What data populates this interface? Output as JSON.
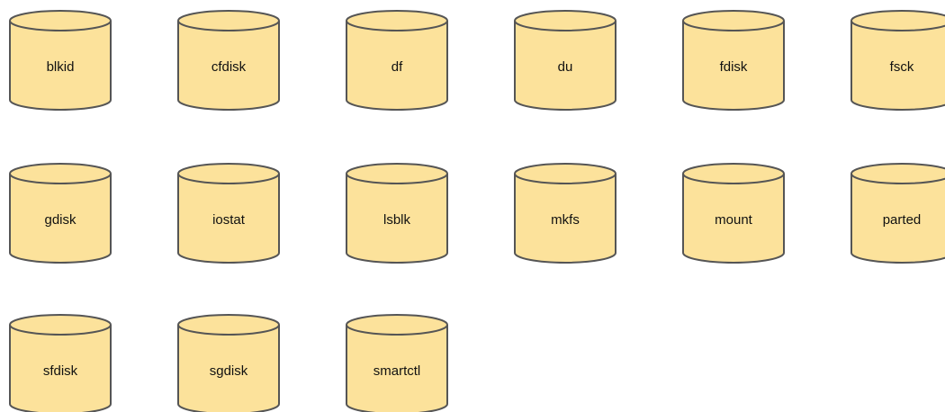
{
  "diagram": {
    "fill_color": "#FCE29B",
    "stroke_color": "#555555",
    "text_color": "#111111",
    "nodes": [
      {
        "label": "blkid"
      },
      {
        "label": "cfdisk"
      },
      {
        "label": "df"
      },
      {
        "label": "du"
      },
      {
        "label": "fdisk"
      },
      {
        "label": "fsck"
      },
      {
        "label": "gdisk"
      },
      {
        "label": "iostat"
      },
      {
        "label": "lsblk"
      },
      {
        "label": "mkfs"
      },
      {
        "label": "mount"
      },
      {
        "label": "parted"
      },
      {
        "label": "sfdisk"
      },
      {
        "label": "sgdisk"
      },
      {
        "label": "smartctl"
      }
    ]
  }
}
